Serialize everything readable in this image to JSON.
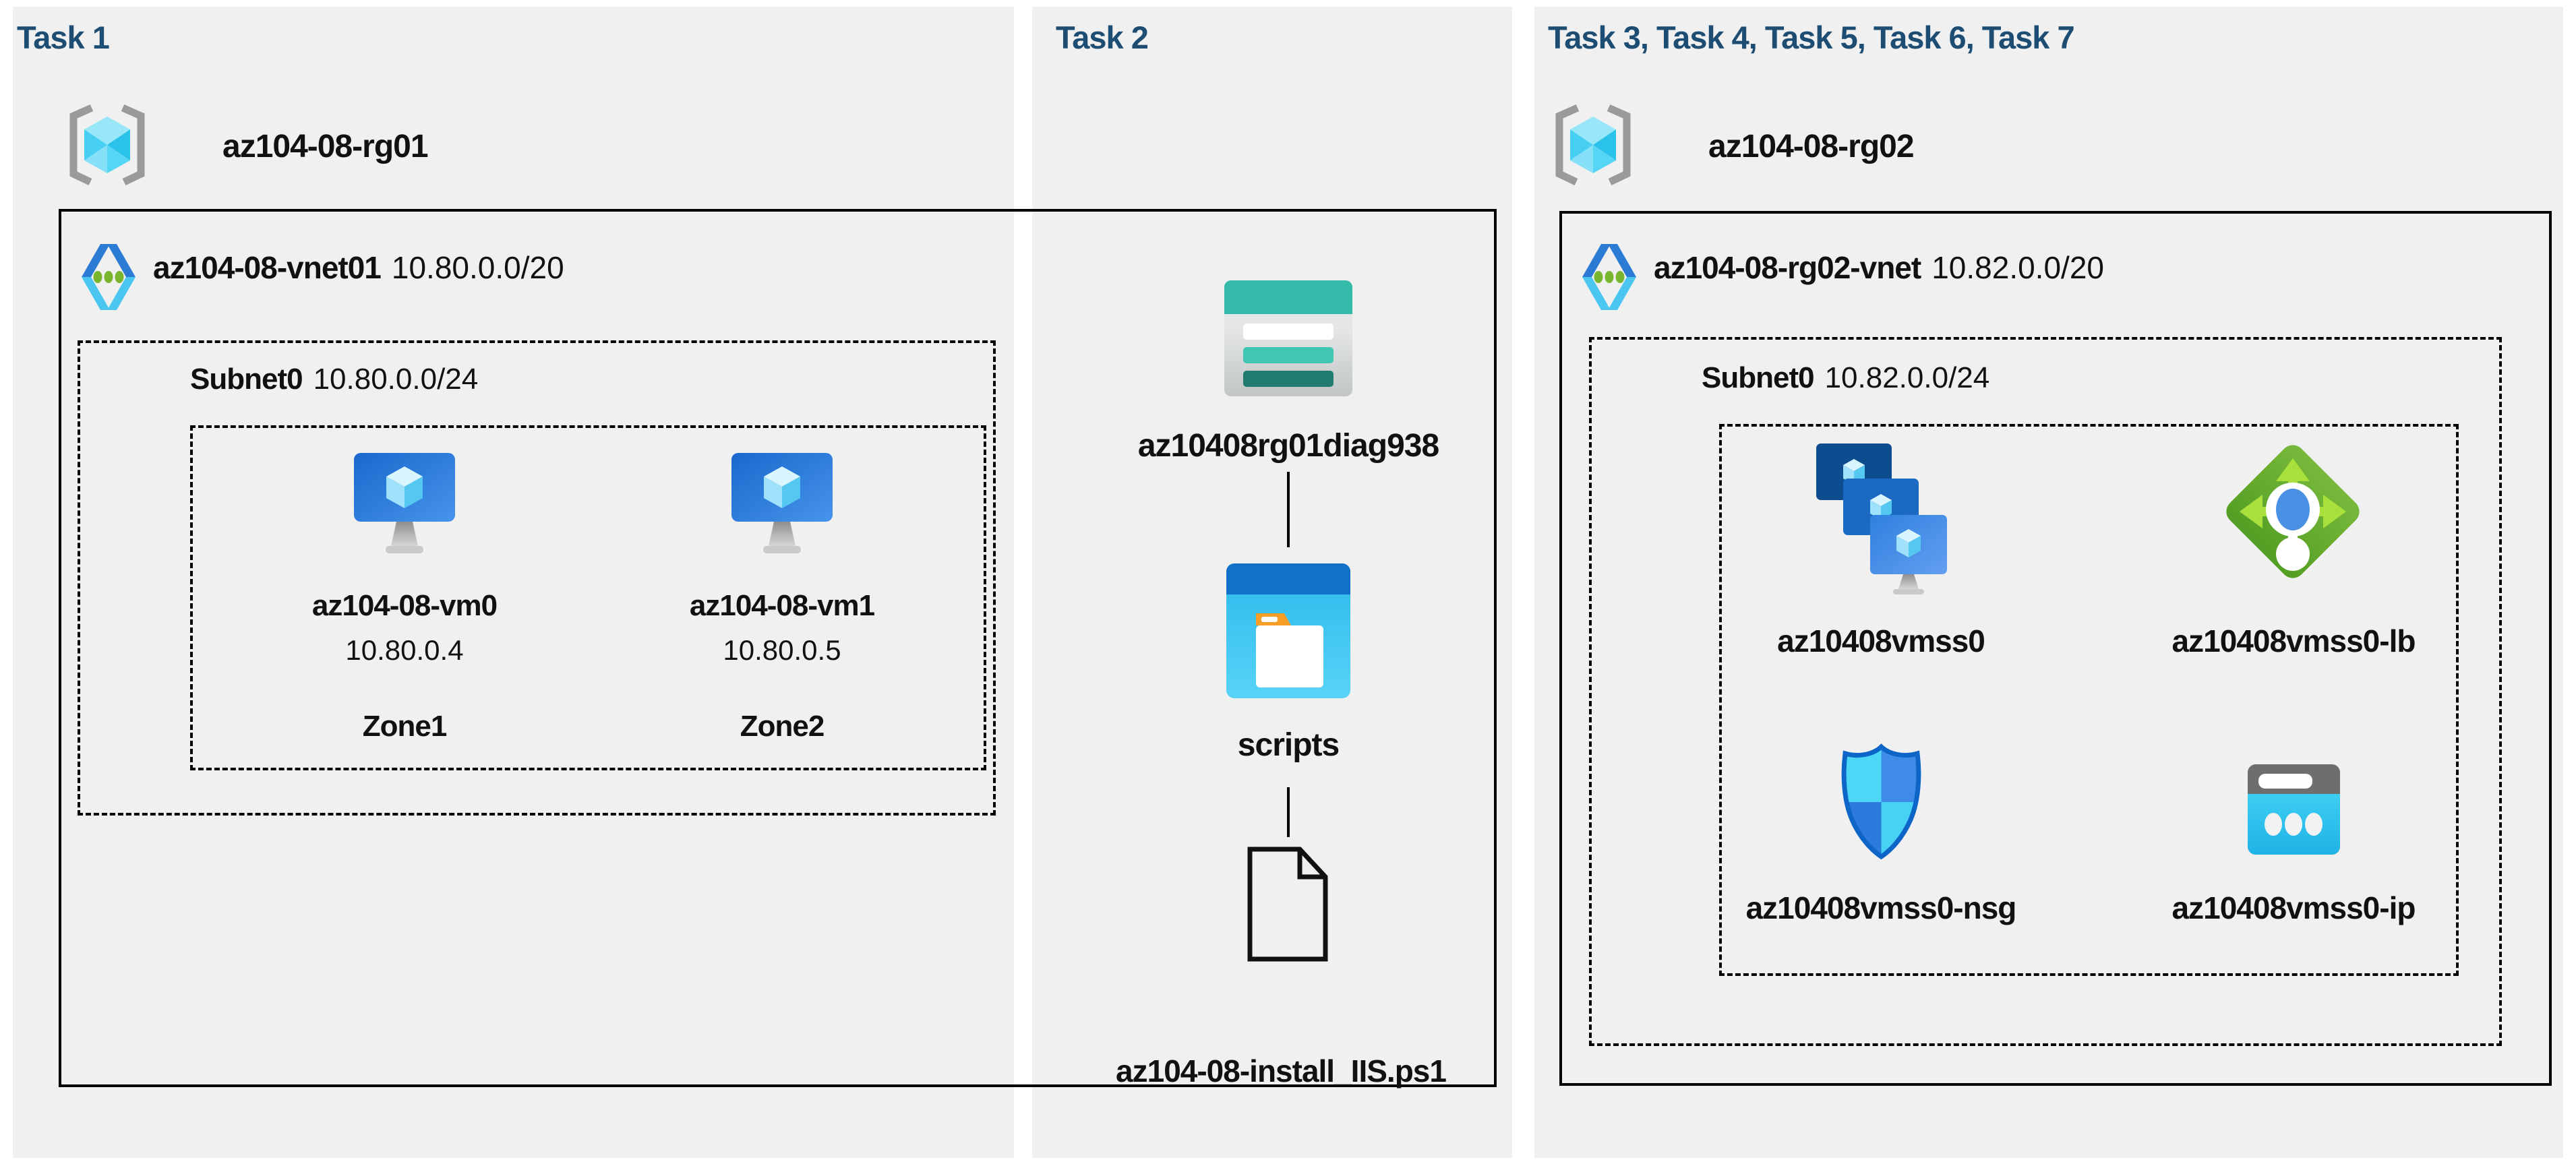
{
  "colors": {
    "canvas_bg": "#ffffff",
    "panel_bg": "#f0f0f1",
    "header_text": "#1d4d73",
    "label_text": "#111111",
    "box_outline": "#000000",
    "azure_blue": "#2f80df",
    "azure_cyan": "#45d2f4",
    "storage_teal": "#35bba9",
    "lb_green": "#74b63a",
    "folder_orange": "#f59d26"
  },
  "task1": {
    "header": "Task 1",
    "resource_group": "az104-08-rg01",
    "vnet": {
      "name": "az104-08-vnet01",
      "cidr": "10.80.0.0/20"
    },
    "subnet": {
      "name": "Subnet0",
      "cidr": "10.80.0.0/24"
    },
    "vms": [
      {
        "name": "az104-08-vm0",
        "ip": "10.80.0.4",
        "zone": "Zone1"
      },
      {
        "name": "az104-08-vm1",
        "ip": "10.80.0.5",
        "zone": "Zone2"
      }
    ]
  },
  "task2": {
    "header": "Task 2",
    "storage_account": "az10408rg01diag938",
    "container": "scripts",
    "script_file": "az104-08-install_IIS.ps1"
  },
  "task3": {
    "header": "Task 3, Task 4, Task 5, Task 6, Task 7",
    "resource_group": "az104-08-rg02",
    "vnet": {
      "name": "az104-08-rg02-vnet",
      "cidr": "10.82.0.0/20"
    },
    "subnet": {
      "name": "Subnet0",
      "cidr": "10.82.0.0/24"
    },
    "vmss": "az10408vmss0",
    "load_balancer": "az10408vmss0-lb",
    "nsg": "az10408vmss0-nsg",
    "public_ip": "az10408vmss0-ip"
  }
}
